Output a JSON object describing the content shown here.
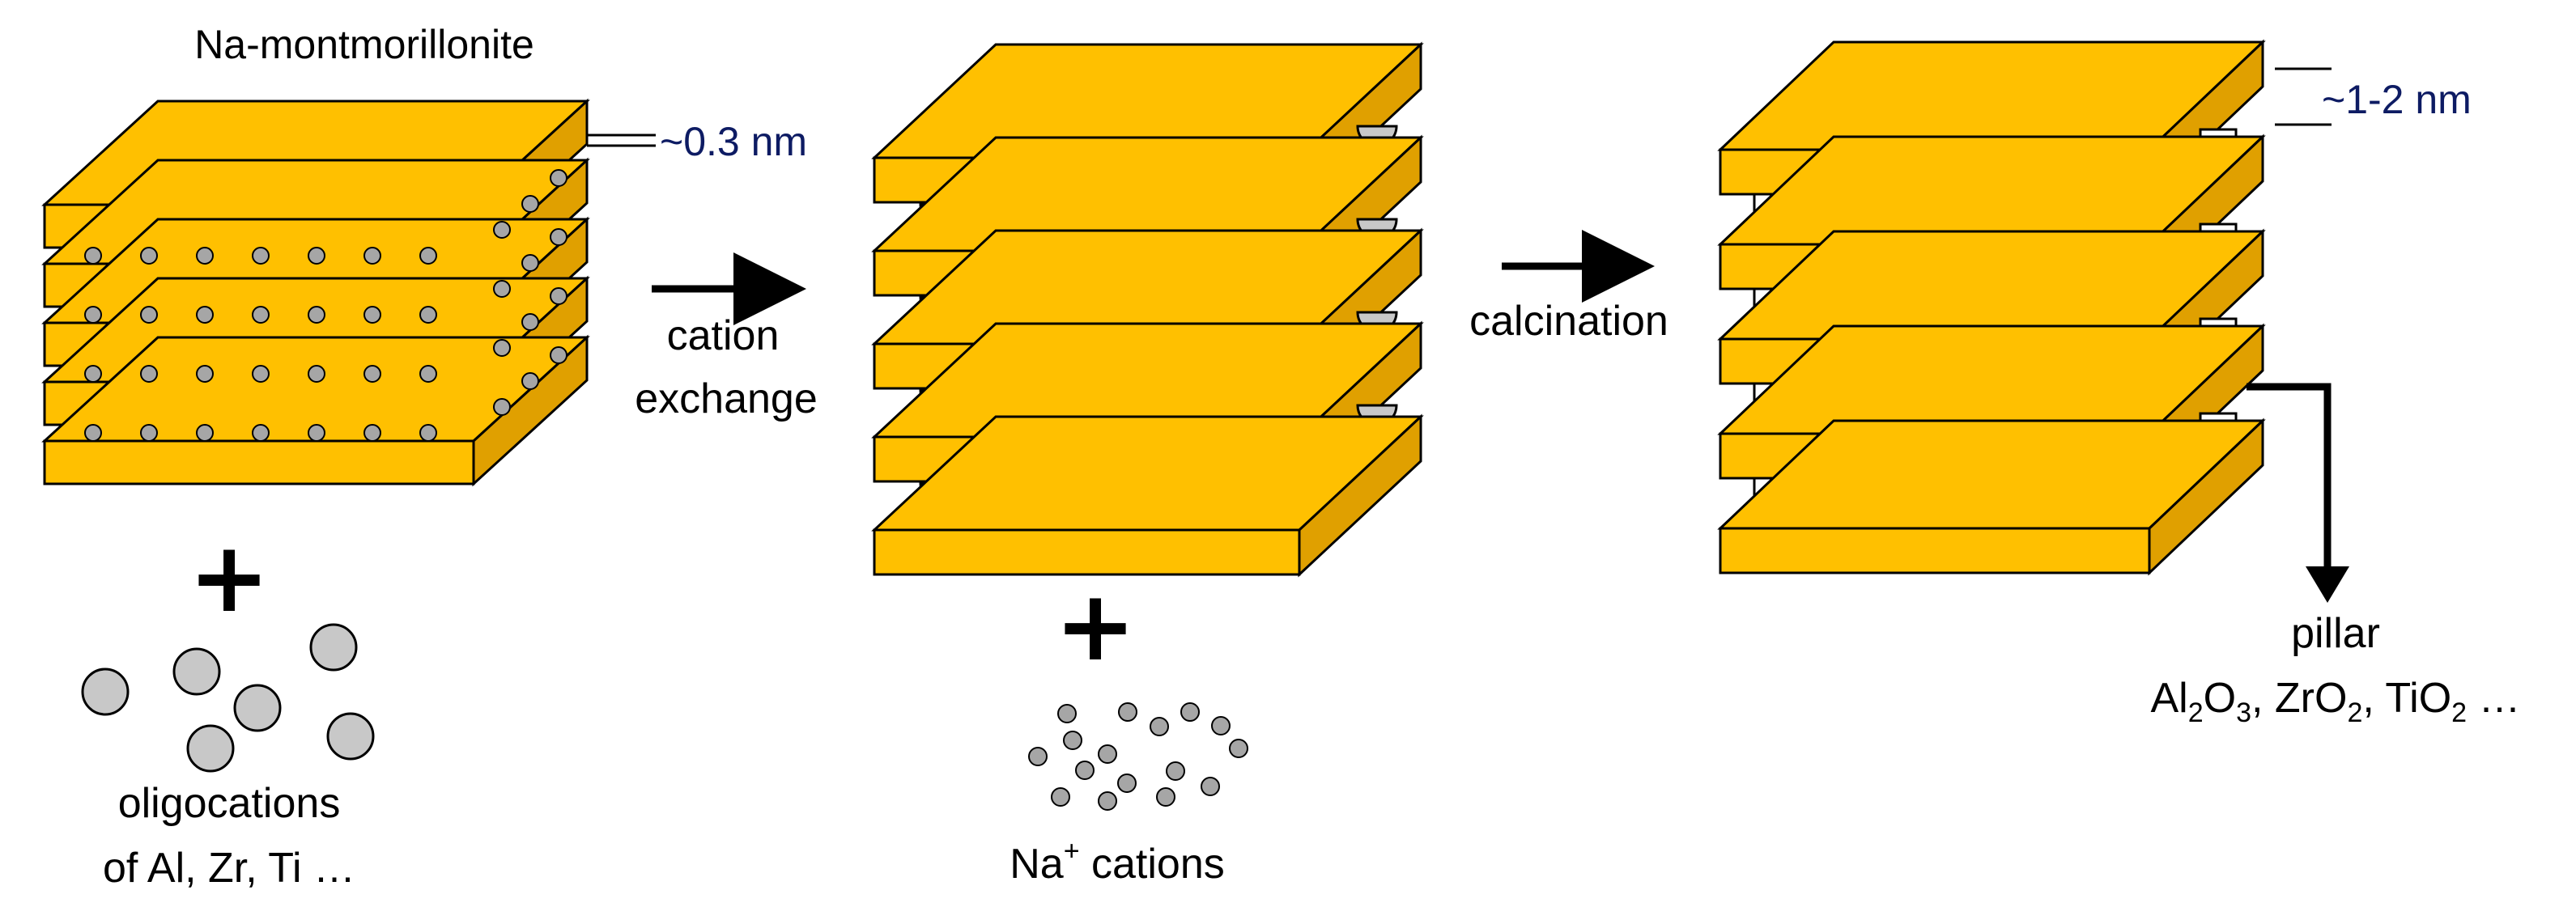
{
  "title": "Na-montmorillonite",
  "dims": {
    "interlayer_small": "~0.3 nm",
    "interlayer_large": "~1-2 nm"
  },
  "steps": {
    "step1_line1": "cation",
    "step1_line2": "exchange",
    "step2": "calcination"
  },
  "reactants": {
    "oligocations_line1": "oligocations",
    "oligocations_line2": "of Al, Zr, Ti …",
    "plus": "+"
  },
  "byproduct": {
    "ion": "Na",
    "charge": "+",
    "rest": " cations"
  },
  "pillar": {
    "label": "pillar",
    "formula_parts": [
      "Al",
      "2",
      "O",
      "3",
      ", ZrO",
      "2",
      ", TiO",
      "2",
      " …"
    ]
  },
  "colors": {
    "layer_top": "#ffc000",
    "layer_front": "#ffc000",
    "layer_side": "#e0a000",
    "outline": "#000000",
    "ion": "#a6a6a6",
    "large_ion": "#c8c8c8",
    "pillar": "#ffffff",
    "dim_text": "#0d1b63"
  }
}
